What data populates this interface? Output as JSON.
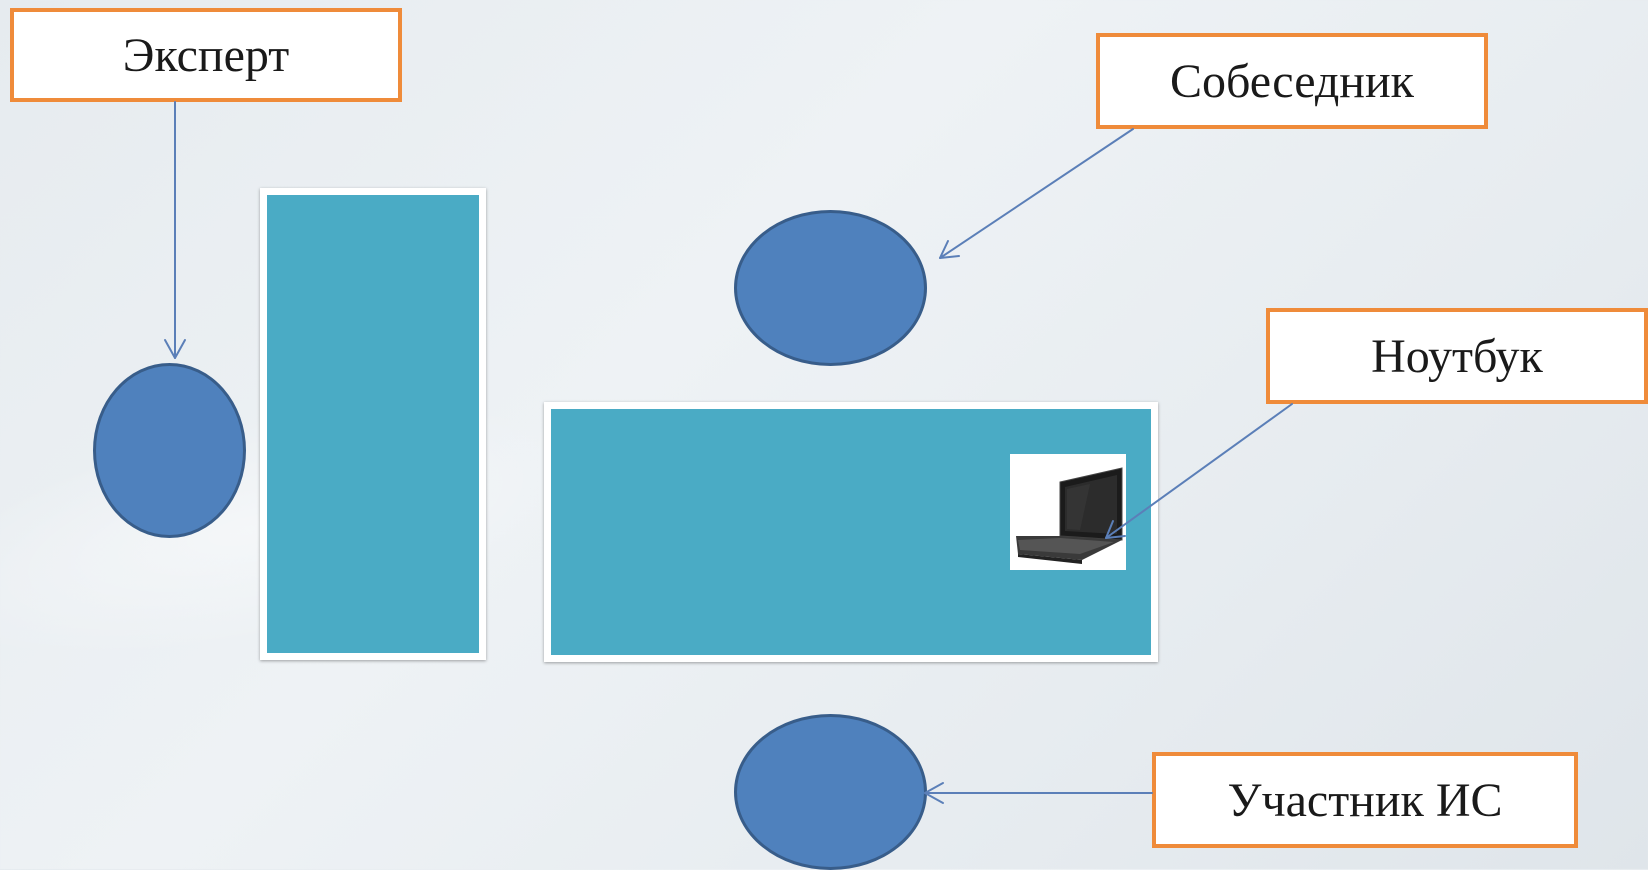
{
  "labels": {
    "expert": "Эксперт",
    "interlocutor": "Собеседник",
    "laptop": "Ноутбук",
    "participant": "Участник ИС"
  },
  "colors": {
    "label_border": "#ef8b3a",
    "table_fill": "#4aabc5",
    "person_fill": "#4f81bd",
    "person_stroke": "#385d8a",
    "arrow": "#5b7fb8"
  },
  "icons": {
    "laptop": "laptop-icon"
  }
}
